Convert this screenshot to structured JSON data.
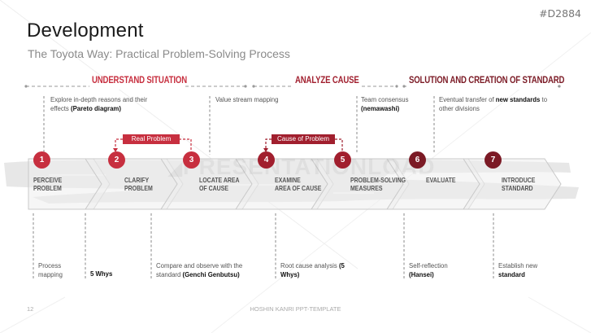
{
  "header": {
    "title": "Development",
    "subtitle": "The Toyota Way: Practical Problem-Solving Process",
    "slide_code": "#D2884"
  },
  "colors": {
    "phase1": "#c72f3f",
    "phase2": "#a11f2e",
    "phase3": "#7b1a25",
    "tag": "#c72f3f",
    "step_fill": "#ececec",
    "step_border": "#c8c8c8"
  },
  "phases": [
    {
      "label": "UNDERSTAND SITUATION",
      "color": "#c72f3f"
    },
    {
      "label": "ANALYZE CAUSE",
      "color": "#a11f2e"
    },
    {
      "label": "SOLUTION AND CREATION OF STANDARD",
      "color": "#7b1a25"
    }
  ],
  "top_notes": [
    {
      "pre": "Explore in-depth reasons and their effects ",
      "bold": "(Pareto diagram)",
      "post": ""
    },
    {
      "pre": "Value stream mapping",
      "bold": "",
      "post": ""
    },
    {
      "pre": "Team consensus ",
      "bold": "(nemawashi)",
      "post": ""
    },
    {
      "pre": "Eventual transfer of ",
      "bold": "new standards",
      "post": " to other divisions"
    }
  ],
  "loops": [
    {
      "label": "Real Problem"
    },
    {
      "label": "Cause of Problem"
    }
  ],
  "steps": [
    {
      "number": "1",
      "line1": "PERCEIVE",
      "line2": "PROBLEM",
      "color": "#c72f3f"
    },
    {
      "number": "2",
      "line1": "CLARIFY",
      "line2": "PROBLEM",
      "color": "#c72f3f"
    },
    {
      "number": "3",
      "line1": "LOCATE AREA",
      "line2": "OF CAUSE",
      "color": "#c72f3f"
    },
    {
      "number": "4",
      "line1": "EXAMINE",
      "line2": "AREA OF CAUSE",
      "color": "#a11f2e"
    },
    {
      "number": "5",
      "line1": "PROBLEM-SOLVING",
      "line2": "MEASURES",
      "color": "#a11f2e"
    },
    {
      "number": "6",
      "line1": "EVALUATE",
      "line2": "",
      "color": "#7b1a25"
    },
    {
      "number": "7",
      "line1": "INTRODUCE",
      "line2": "STANDARD",
      "color": "#7b1a25"
    }
  ],
  "bottom_notes": [
    {
      "pre": "Process mapping",
      "bold": "",
      "post": ""
    },
    {
      "pre": "",
      "bold": "5 Whys",
      "post": ""
    },
    {
      "pre": "Compare and observe with the standard ",
      "bold": "(Genchi Genbutsu)",
      "post": ""
    },
    {
      "pre": "Root cause analysis ",
      "bold": "(5 Whys)",
      "post": ""
    },
    {
      "pre": "Self-reflection ",
      "bold": "(Hansei)",
      "post": ""
    },
    {
      "pre": "Establish new ",
      "bold": "standard",
      "post": ""
    }
  ],
  "watermark": "PRESENTATIONLOAD",
  "footer": {
    "page_number": "12",
    "template_name": "HOSHIN KANRI PPT-TEMPLATE"
  }
}
